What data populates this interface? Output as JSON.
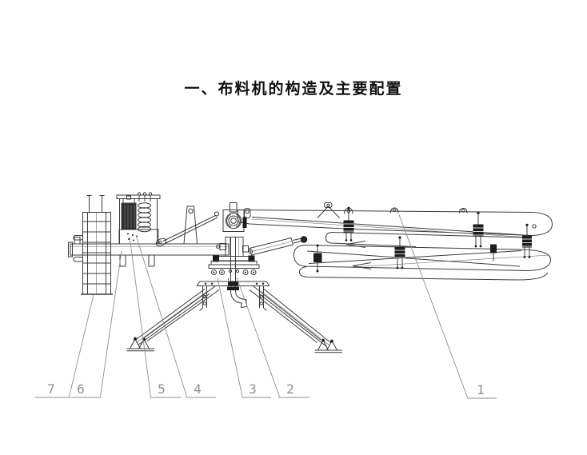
{
  "heading": {
    "text": "一、布料机的构造及主要配置"
  },
  "figure": {
    "callouts": [
      {
        "label": "7"
      },
      {
        "label": "6"
      },
      {
        "label": "5"
      },
      {
        "label": "4"
      },
      {
        "label": "3"
      },
      {
        "label": "2"
      },
      {
        "label": "1"
      }
    ]
  },
  "colors": {
    "background": "#ffffff",
    "heading_text": "#111111",
    "drawing_line": "#3c3c3c",
    "callout_gray": "#8f8f8f"
  }
}
